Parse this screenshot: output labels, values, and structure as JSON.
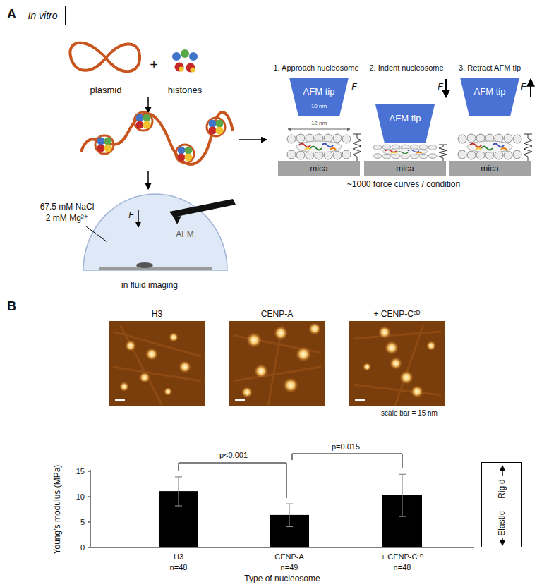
{
  "diagram": {
    "nodes": [
      {
        "text": [
          "In vitro"
        ]
      },
      {
        "text": [
          "AFM tip"
        ]
      },
      {
        "text": [
          "AFM tip"
        ]
      },
      {
        "text": [
          "AFM tip"
        ]
      },
      {
        "text": [
          "mica"
        ]
      },
      {
        "text": [
          "mica"
        ]
      },
      {
        "text": [
          "mica"
        ]
      },
      {
        "text": [
          "Rigid",
          "Elastic"
        ]
      }
    ],
    "labels": [
      "A",
      "plasmid",
      "histones",
      "+",
      "67.5 mM NaCl",
      "2 mM Mg²⁺",
      "F",
      "AFM",
      "in fluid imaging",
      "1. Approach nucleosome",
      "2. Indent nucleosome",
      "3. Retract AFM tip",
      "F",
      "F",
      "F",
      "10 nm",
      "12 nm",
      "~1000 force curves / condition",
      "B",
      "H3",
      "CENP-A",
      "+ CENP-Cᶜᴰ",
      "scale bar = 15 nm",
      "p<0.001",
      "p=0.015",
      "0",
      "5",
      "10",
      "15",
      "Young’s modulus (MPa)",
      "H3",
      "n=48",
      "CENP-A",
      "n=49",
      "+ CENP-Cᶜᴰ",
      "n=48",
      "Type of nucleosome"
    ]
  }
}
